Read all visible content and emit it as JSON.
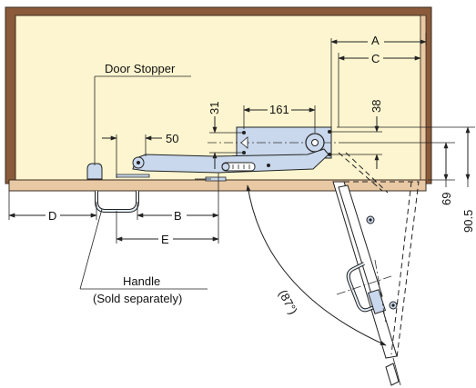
{
  "colors": {
    "cabinet_fill": "#FDF5CF",
    "cabinet_border": "#3a2d20",
    "wood": "#E8C9A4",
    "stay_fill": "#C9D8EC",
    "stroke": "#222222"
  },
  "labels": {
    "door_stopper": "Door Stopper",
    "handle_line1": "Handle",
    "handle_line2": "(Sold separately)",
    "angle": "(87°)"
  },
  "dimensions": {
    "A": "A",
    "B": "B",
    "C": "C",
    "D": "D",
    "E": "E",
    "d161": "161",
    "d50": "50",
    "d31": "31",
    "d38": "38",
    "d69": "69",
    "d905": "90.5"
  }
}
